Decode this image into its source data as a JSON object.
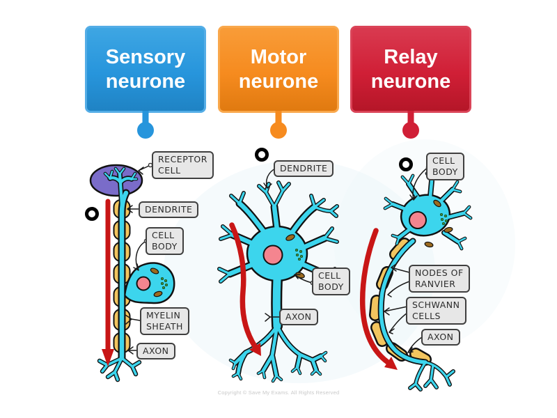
{
  "activity": {
    "cards": [
      {
        "id": "sensory-neurone",
        "line1": "Sensory",
        "line2": "neurone",
        "color": "#2795DC"
      },
      {
        "id": "motor-neurone",
        "line1": "Motor",
        "line2": "neurone",
        "color": "#F68B1F"
      },
      {
        "id": "relay-neurone",
        "line1": "Relay",
        "line2": "neurone",
        "color": "#D01F36"
      }
    ],
    "drop_marker_count": 3
  },
  "diagram": {
    "tags": {
      "receptor_cell": {
        "line1": "RECEPTOR",
        "line2": "CELL"
      },
      "dendrite_left": {
        "line1": "DENDRITE"
      },
      "cell_body_left": {
        "line1": "CELL",
        "line2": "BODY"
      },
      "myelin_sheath": {
        "line1": "MYELIN",
        "line2": "SHEATH"
      },
      "axon_left": {
        "line1": "AXON"
      },
      "dendrite_mid": {
        "line1": "DENDRITE"
      },
      "cell_body_mid": {
        "line1": "CELL",
        "line2": "BODY"
      },
      "axon_mid": {
        "line1": "AXON"
      },
      "cell_body_right": {
        "line1": "CELL",
        "line2": "BODY"
      },
      "nodes_of_ranvier": {
        "line1": "NODES OF",
        "line2": "RANVIER"
      },
      "schwann_cells": {
        "line1": "SCHWANN",
        "line2": "CELLS"
      },
      "axon_right": {
        "line1": "AXON"
      }
    },
    "colors": {
      "neurone_fill": "#3CD5ED",
      "myelin_fill": "#F2C55F",
      "nucleus_fill": "#F4858F",
      "receptor_cell_fill": "#7A6CC9",
      "direction_arrow": "#C81616",
      "tag_fill": "#E7E7E7",
      "tag_border": "#3F3F3F"
    }
  },
  "footer": {
    "copyright": "Copyright © Save My Exams. All Rights Reserved"
  }
}
